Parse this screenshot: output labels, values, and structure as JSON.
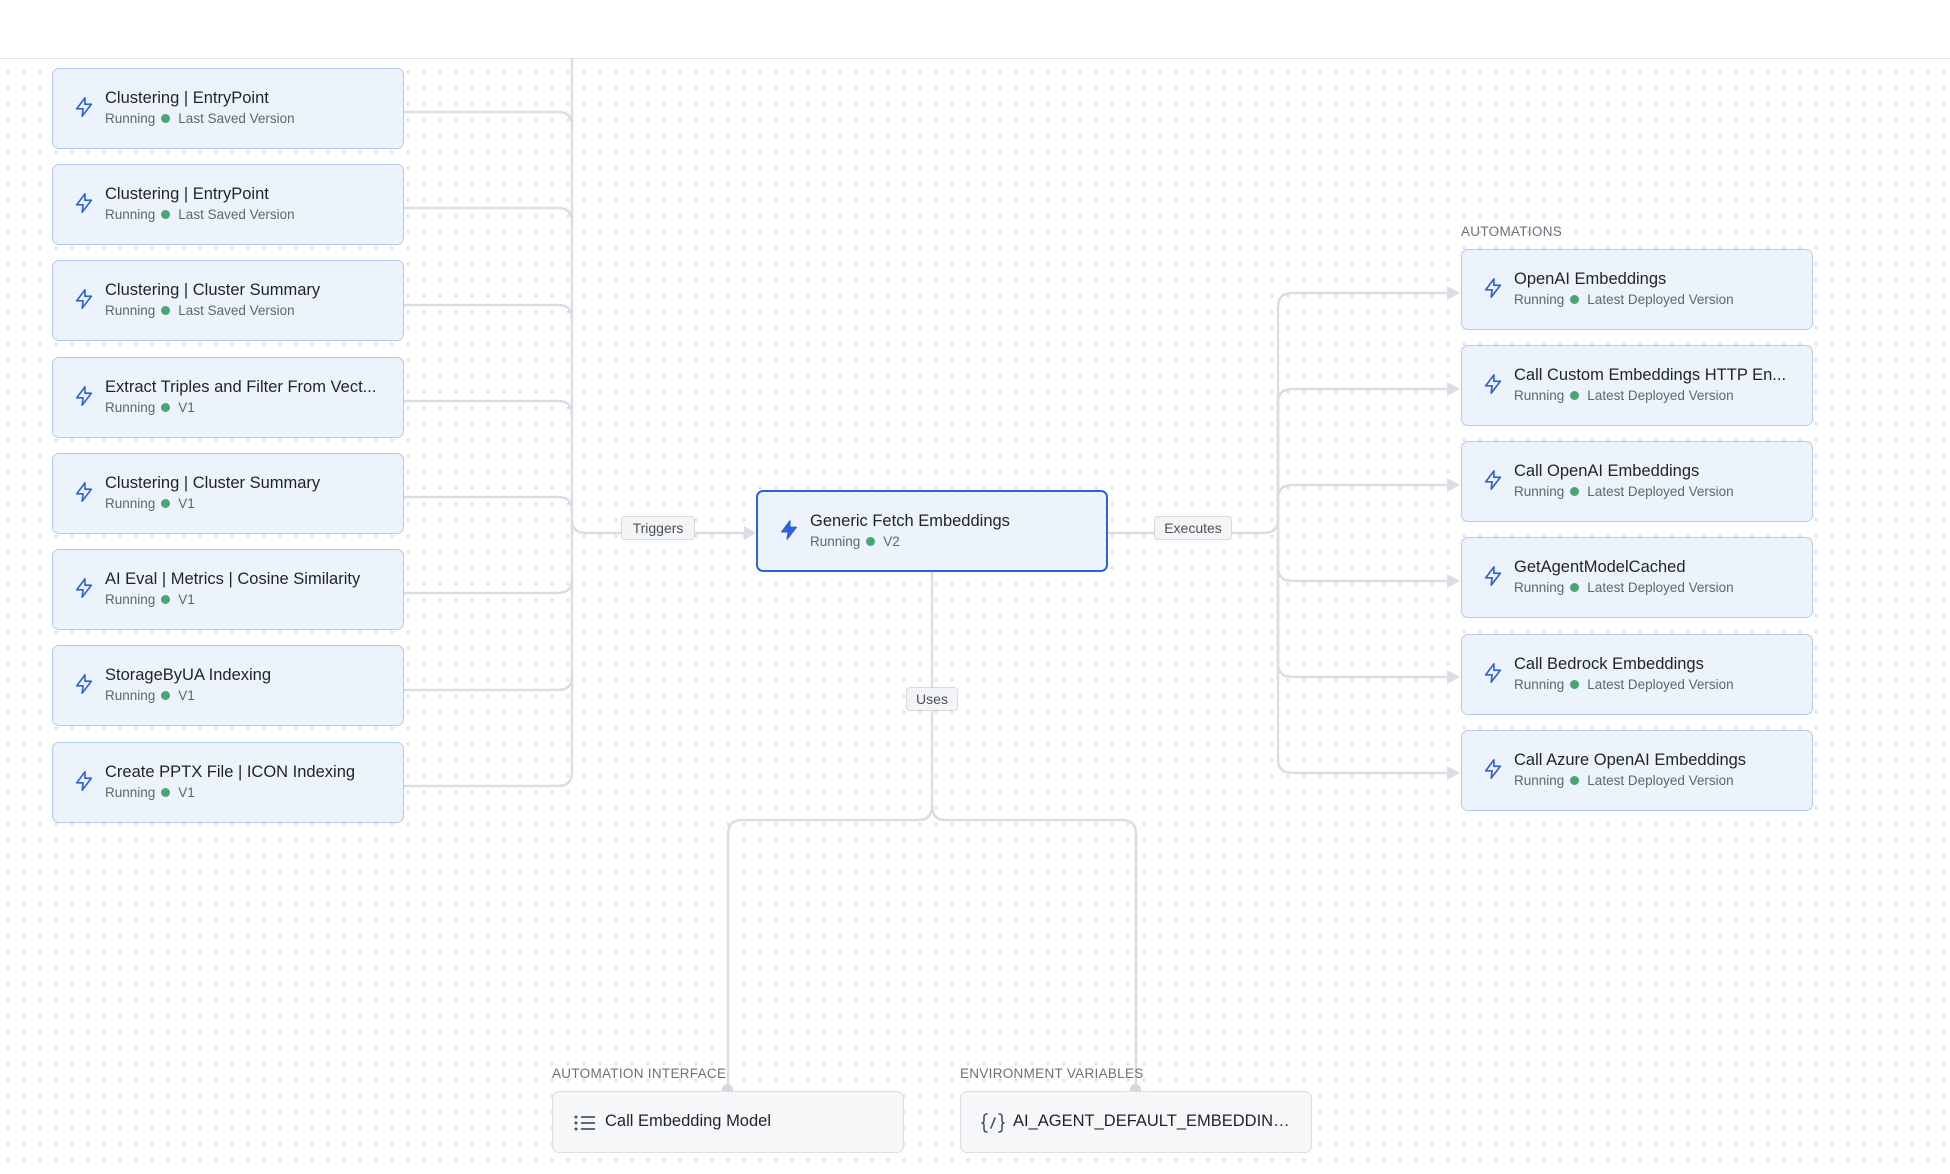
{
  "triggers": [
    {
      "title": "Clustering | EntryPoint",
      "status": "Running",
      "version": "Last Saved Version"
    },
    {
      "title": "Clustering | EntryPoint",
      "status": "Running",
      "version": "Last Saved Version"
    },
    {
      "title": "Clustering | Cluster Summary",
      "status": "Running",
      "version": "Last Saved Version"
    },
    {
      "title": "Extract Triples and Filter From Vect...",
      "status": "Running",
      "version": "V1"
    },
    {
      "title": "Clustering | Cluster Summary",
      "status": "Running",
      "version": "V1"
    },
    {
      "title": "AI Eval | Metrics | Cosine Similarity",
      "status": "Running",
      "version": "V1"
    },
    {
      "title": "StorageByUA Indexing",
      "status": "Running",
      "version": "V1"
    },
    {
      "title": "Create PPTX File | ICON Indexing",
      "status": "Running",
      "version": "V1"
    }
  ],
  "center": {
    "title": "Generic Fetch Embeddings",
    "status": "Running",
    "version": "V2"
  },
  "edge_labels": {
    "triggers": "Triggers",
    "executes": "Executes",
    "uses": "Uses"
  },
  "automations": {
    "heading": "AUTOMATIONS",
    "items": [
      {
        "title": "OpenAI Embeddings",
        "status": "Running",
        "version": "Latest Deployed Version"
      },
      {
        "title": "Call Custom Embeddings HTTP En...",
        "status": "Running",
        "version": "Latest Deployed Version"
      },
      {
        "title": "Call OpenAI Embeddings",
        "status": "Running",
        "version": "Latest Deployed Version"
      },
      {
        "title": "GetAgentModelCached",
        "status": "Running",
        "version": "Latest Deployed Version"
      },
      {
        "title": "Call Bedrock Embeddings",
        "status": "Running",
        "version": "Latest Deployed Version"
      },
      {
        "title": "Call Azure OpenAI Embeddings",
        "status": "Running",
        "version": "Latest Deployed Version"
      }
    ]
  },
  "interface": {
    "heading": "AUTOMATION INTERFACE",
    "title": "Call Embedding Model",
    "icon": "list-icon"
  },
  "env": {
    "heading": "ENVIRONMENT VARIABLES",
    "title": "AI_AGENT_DEFAULT_EMBEDDING...",
    "icon": "variable-icon"
  },
  "colors": {
    "accent": "#2f62d8",
    "status_dot": "#46a771",
    "node_bg": "#edf3fc",
    "node_border": "#b6cbed"
  }
}
